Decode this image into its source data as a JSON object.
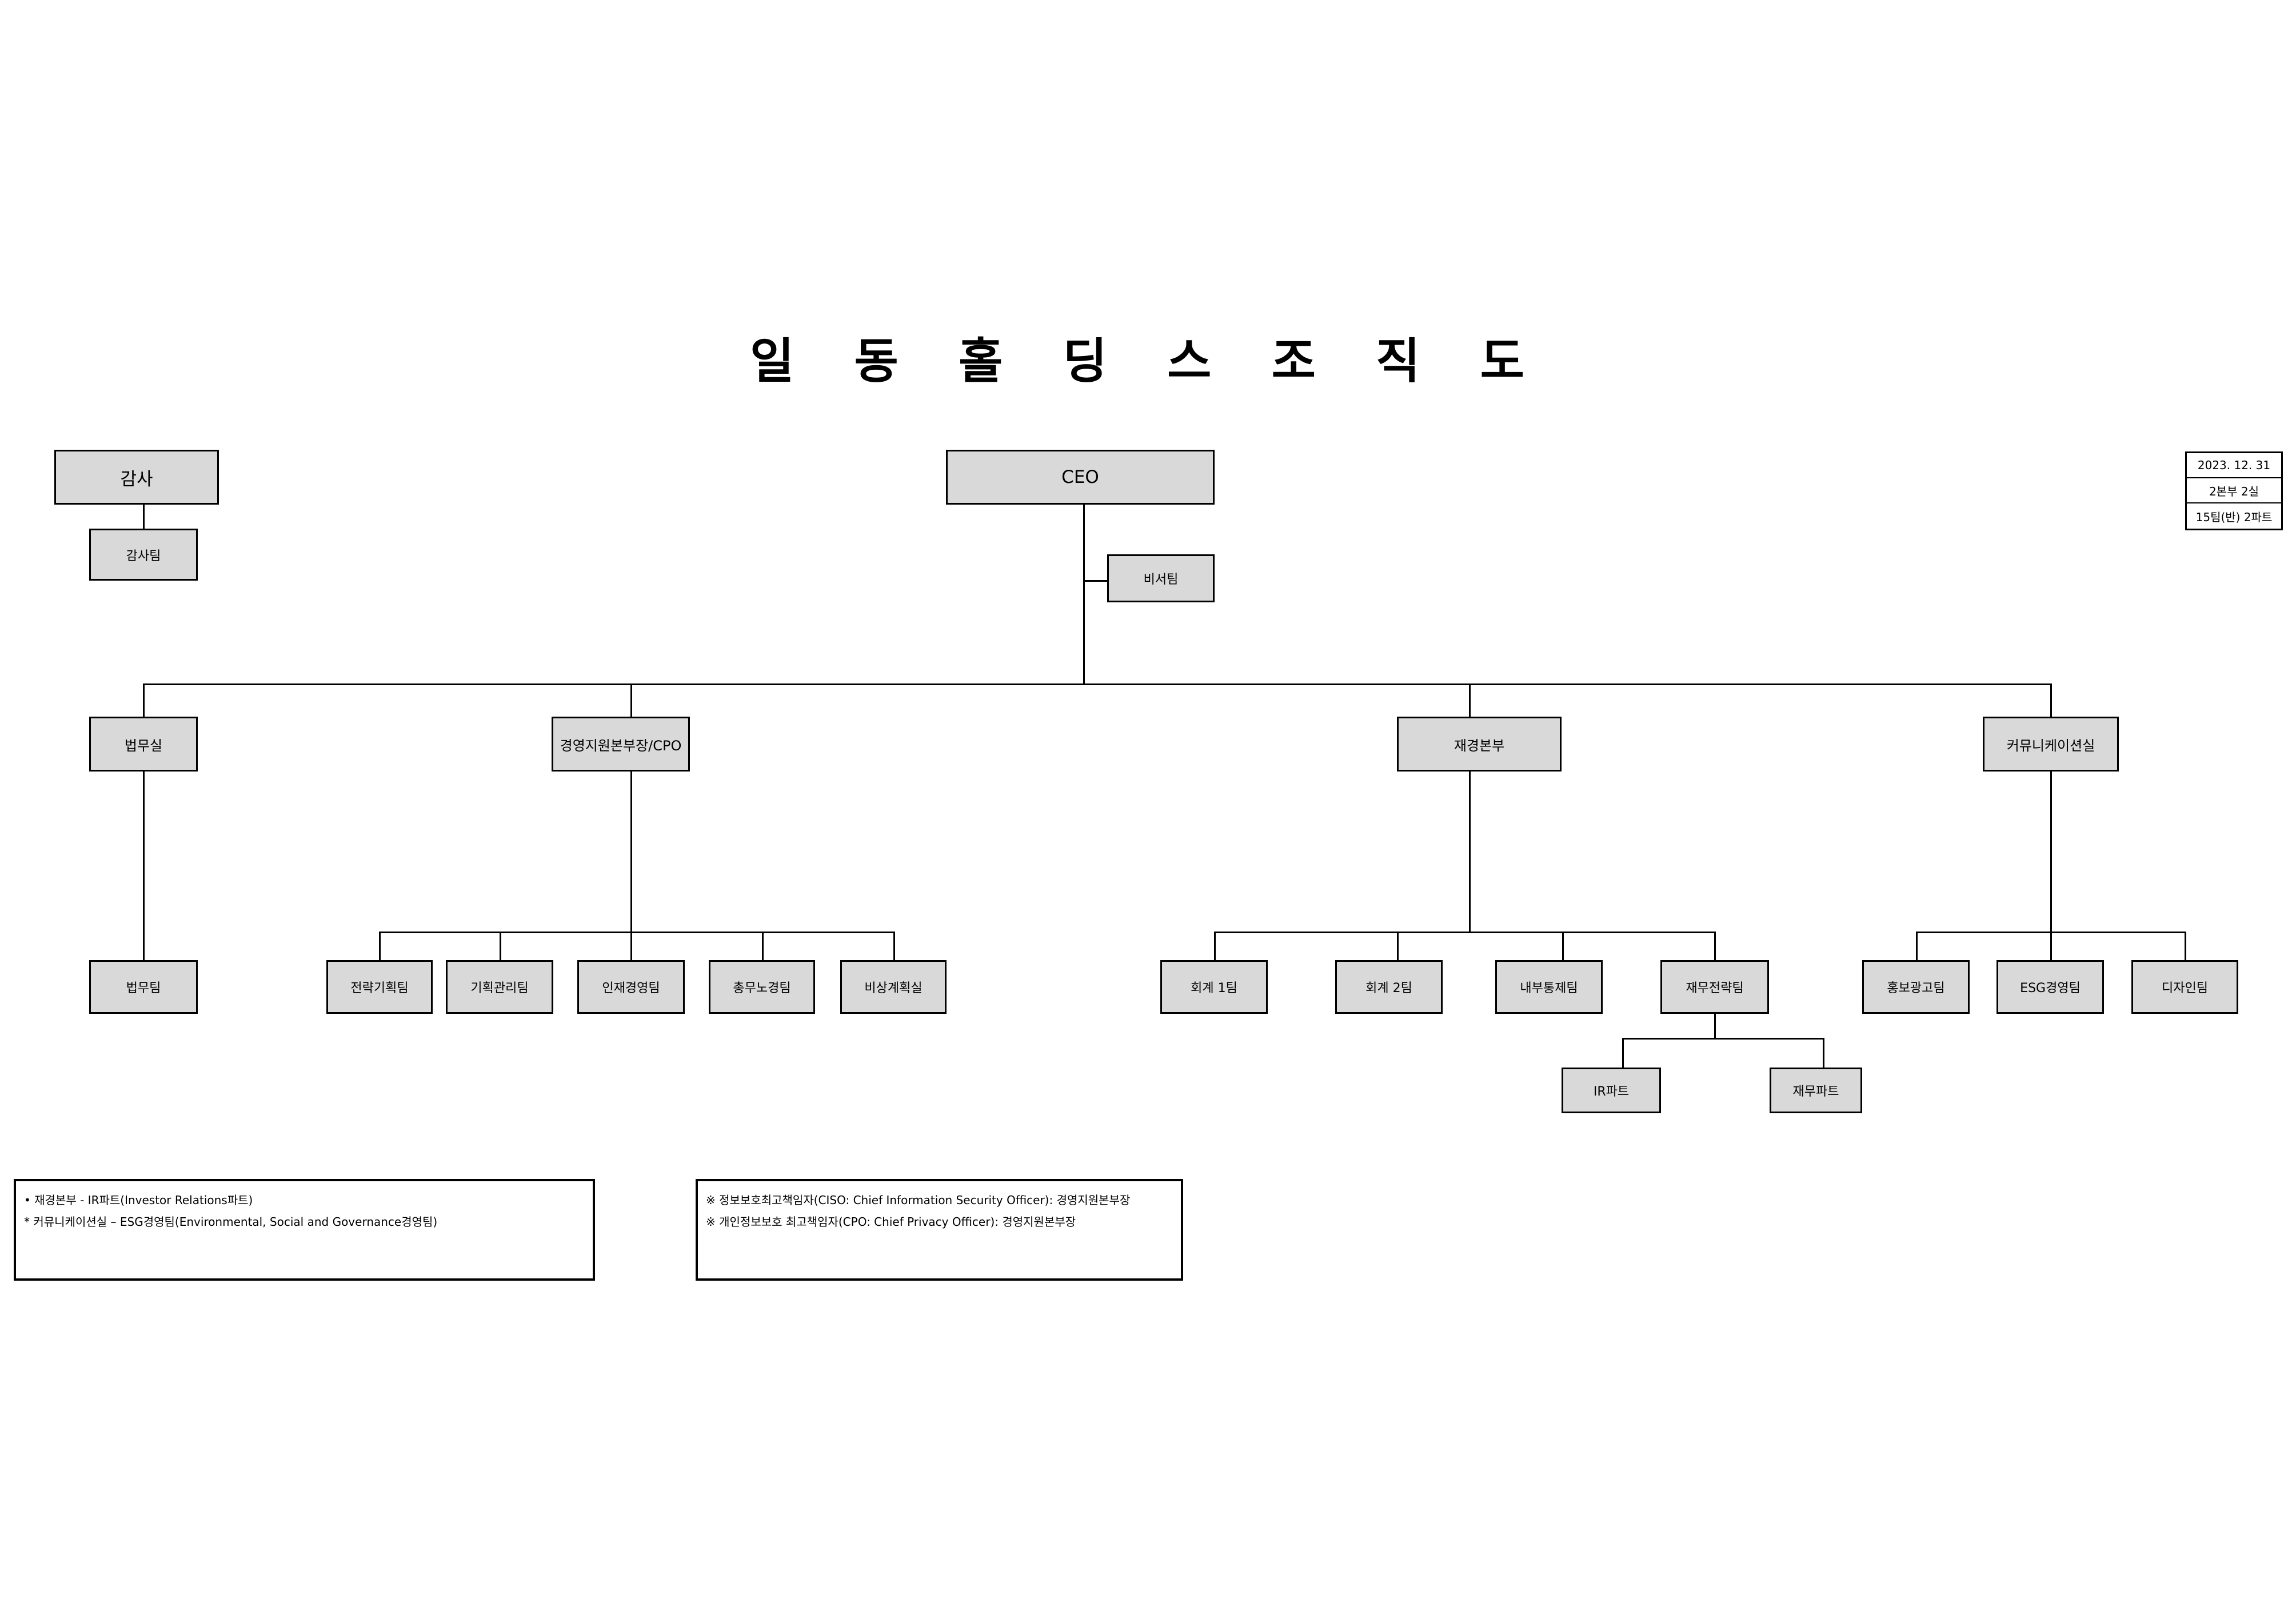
{
  "title": "일 동 홀 딩 스 조 직 도",
  "info": {
    "date": "2023. 12. 31",
    "divisions": "2본부 2실",
    "teams": "15팀(반) 2파트"
  },
  "nodes": {
    "ceo": "CEO",
    "audit": "감사",
    "audit_team": "감사팀",
    "secretary": "비서팀",
    "legal_office": "법무실",
    "legal_team": "법무팀",
    "mgmt_hq": "경영지원본부장/CPO",
    "strategy_planning": "전략기획팀",
    "planning_mgmt": "기획관리팀",
    "hr_mgmt": "인재경영팀",
    "general_labor": "총무노경팀",
    "emergency_planning": "비상계획실",
    "finance_hq": "재경본부",
    "accounting1": "회계 1팀",
    "accounting2": "회계 2팀",
    "internal_control": "내부통제팀",
    "finance_strategy": "재무전략팀",
    "ir_part": "IR파트",
    "finance_part": "재무파트",
    "comm_office": "커뮤니케이션실",
    "pr_ad": "홍보광고팀",
    "esg_mgmt": "ESG경영팀",
    "design": "디자인팀"
  },
  "notes_left": [
    "• 재경본부 - IR파트(Investor Relations파트)",
    "* 커뮤니케이션실 – ESG경영팀(Environmental, Social and Governance경영팀)"
  ],
  "notes_right": [
    "※ 정보보호최고책임자(CISO: Chief Information Security Officer): 경영지원본부장",
    "※ 개인정보보호 최고책임자(CPO: Chief Privacy Officer): 경영지원본부장"
  ]
}
